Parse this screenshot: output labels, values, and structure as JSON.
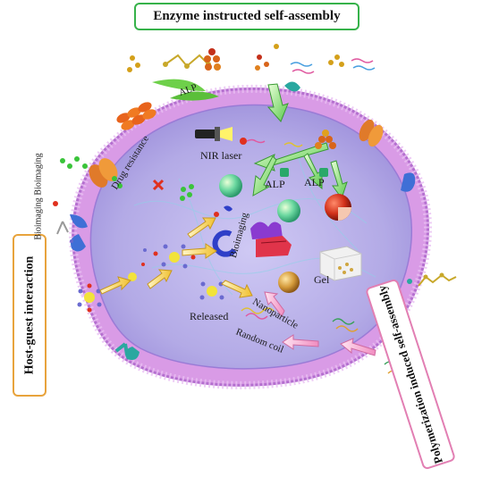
{
  "title": "Enzyme instructed self-assembly",
  "host_guest": "Host-guest interaction",
  "polymerization": "Polymerization induced self-assembly",
  "labels": {
    "alp_top": "ALP",
    "nir_laser": "NIR laser",
    "alp_left": "ALP",
    "alp_right": "ALP",
    "drug_resistance": "Drug resistance",
    "bioimaging_outer": "Bioimaging",
    "bioimaging_left": "Bioimaging",
    "bioimaging_mid": "Bioimaging",
    "gel": "Gel",
    "nanoparticle": "Nanoparticle",
    "released": "Released",
    "random_coil": "Random coil"
  },
  "colors": {
    "membrane": "#d99be6",
    "membrane_dark": "#b46fcf",
    "cytoplasm": "#b9b2ea",
    "title_border": "#36b24a",
    "host_border": "#e8a33c",
    "poly_border": "#e27fb3"
  }
}
